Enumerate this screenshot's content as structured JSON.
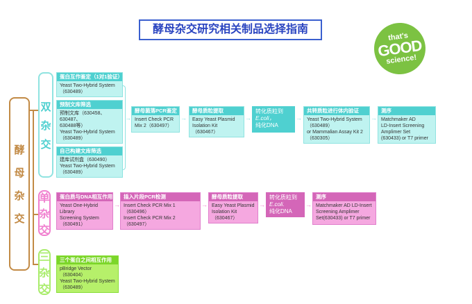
{
  "title": "酵母杂交研究相关制品选择指南",
  "logo": {
    "line1": "that's",
    "line2": "GOOD",
    "line3": "science!"
  },
  "root_label": [
    "酵",
    "母",
    "杂",
    "交"
  ],
  "two_hybrid": {
    "label": [
      "双",
      "杂",
      "交"
    ],
    "inputs": [
      {
        "header": "蛋白互作鉴定（1对1验证）",
        "body": "Yeast Two-Hybrid System\n（630489）"
      },
      {
        "header": "预制文库筛选",
        "body": "预制文库（630458、630487、\n630488等）\nYeast Two-Hybrid System\n（630489）"
      },
      {
        "header": "自己构建文库筛选",
        "body": "建库试剂盒（630490）\nYeast Two-Hybrid System\n（630489）"
      }
    ],
    "steps": [
      {
        "header": "酵母菌落PCR鉴定",
        "body": "Insert Check PCR\nMix 2（630497）"
      },
      {
        "header": "酵母质粒提取",
        "body": "Easy Yeast Plasmid\nIsolation Kit（630467）"
      },
      {
        "header": "转化质粒到",
        "body_italic": "E.coli，",
        "body": "纯化DNA"
      },
      {
        "header": "共转质粒进行体内验证",
        "body": "Yeast Two-Hybrid System\n（630489）\nor Mammalian Assay Kit 2\n（630305）"
      },
      {
        "header": "测序",
        "body": "Matchmaker AD\nLD-Insert Screening\nAmplimer Set\n(630433) or T7 primer"
      }
    ]
  },
  "one_hybrid": {
    "label": [
      "单",
      "杂",
      "交"
    ],
    "steps": [
      {
        "header": "蛋白质与DNA相互作用",
        "body": "Yeast One-Hybrid Library\nScreening System（630491）"
      },
      {
        "header": "插入片段PCR检测",
        "body": "Insert Check PCR Mix 1（630496）\nInsert Check PCR Mix 2（630497）"
      },
      {
        "header": "酵母质粒提取",
        "body": "Easy Yeast Plasmid\nIsolation Kit（630467）"
      },
      {
        "header": "转化质粒到",
        "body_italic": "E.coli.",
        "body": "纯化DNA"
      },
      {
        "header": "测序",
        "body": "Matchmaker AD LD-Insert\nScreening Amplimer\nSet(630433) or T7 primer"
      }
    ]
  },
  "three_hybrid": {
    "label": [
      "三",
      "杂",
      "交"
    ],
    "card": {
      "header": "三个蛋白之间相互作用",
      "body": "pBridge Vector（630404）\nYeast Two-Hybrid System\n（630489）"
    }
  },
  "colors": {
    "cyan": "#4fd0d0",
    "pink": "#d466b8",
    "green": "#7cd62a",
    "brown": "#c28a45",
    "title": "#2a44c0"
  }
}
